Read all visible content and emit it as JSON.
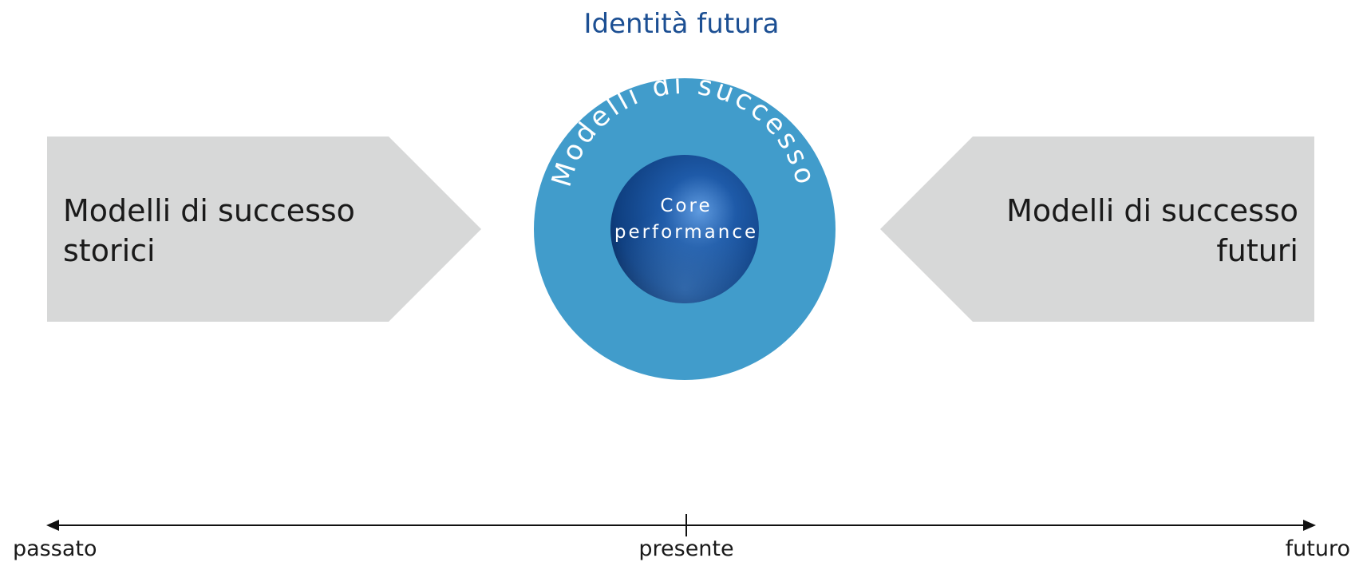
{
  "title": "Identità futura",
  "left_box": {
    "line1": "Modelli di successo",
    "line2": "storici"
  },
  "right_box": {
    "line1": "Modelli di successo",
    "line2": "futuri"
  },
  "center": {
    "ring_label": "Modelli di successo",
    "core_line1": "Core",
    "core_line2": "performance"
  },
  "timeline": {
    "start": "passato",
    "middle": "presente",
    "end": "futuro"
  },
  "colors": {
    "title": "#1c4f93",
    "ring": "#419ccb",
    "sphere": "#174f95",
    "arrow_boxes": "#d7d8d8"
  }
}
